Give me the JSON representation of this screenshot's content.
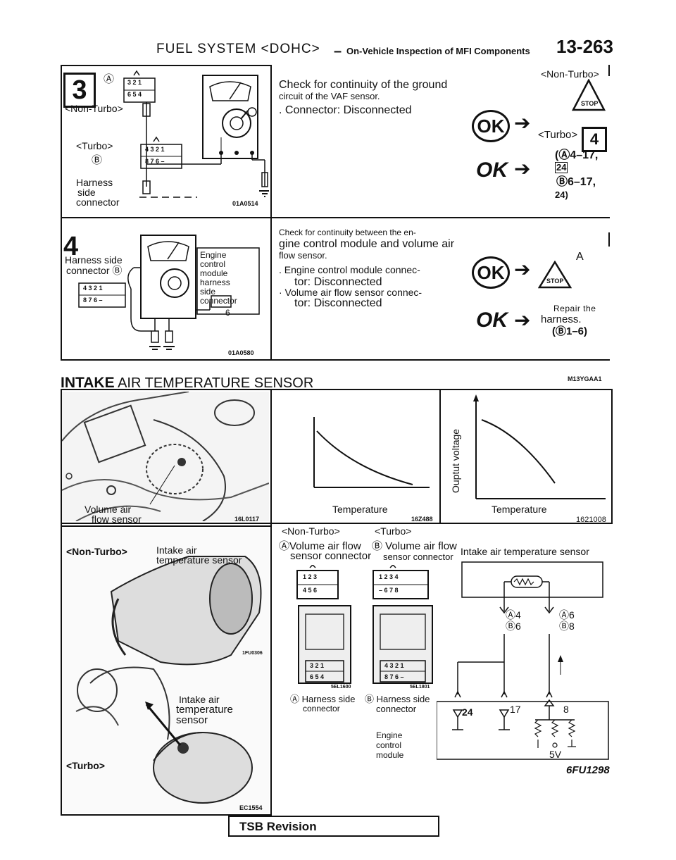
{
  "header": {
    "title": "FUEL SYSTEM <DOHC>",
    "dash": "–",
    "subtitle": "On-Vehicle Inspection of MFI Components",
    "page_number": "13-263"
  },
  "step3": {
    "number": "3",
    "fig": {
      "a_mark": "Ⓐ",
      "non_turbo": "<Non-Turbo>",
      "turbo": "<Turbo>",
      "b_mark": "Ⓑ",
      "conn_a_row1": "3 2 1",
      "conn_a_row2": "6 5 4",
      "conn_b_row1": "4 3 2 1",
      "conn_b_row2": "8 7 6 –",
      "harness_1": "Harness",
      "harness_2": "side",
      "harness_3": "connector",
      "code": "01A0514"
    },
    "text_1": "Check for continuity of the ground",
    "text_2": "circuit of the VAF sensor.",
    "text_3": ". Connector: Disconnected",
    "ok": "OK",
    "ng": "OK",
    "non_turbo": "<Non-Turbo>",
    "stop": "STOP",
    "turbo": "<Turbo>",
    "goto": "4",
    "repair_1": "(Ⓐ4–17,",
    "repair_2": "24",
    "repair_3": "Ⓑ6–17,",
    "repair_4": "24)"
  },
  "step4": {
    "number": "4",
    "fig": {
      "harness_side": "Harness side",
      "connector_b": "connector Ⓑ",
      "conn_row1": "4 3 2 1",
      "conn_row2": "8 7 6 –",
      "ecm_1": "Engine",
      "ecm_2": "control",
      "ecm_3": "module",
      "ecm_4": "harness",
      "ecm_5": "side",
      "ecm_6": "connector",
      "pin": "6",
      "code": "01A0580"
    },
    "text_1": "Check for continuity between the en-",
    "text_2": "gine control module and volume air",
    "text_3": "flow sensor.",
    "text_4": ". Engine control module connec-",
    "text_5": "tor: Disconnected",
    "text_6": "· Volume air flow sensor connec-",
    "text_7": "tor: Disconnected",
    "ok": "OK",
    "ng": "OK",
    "a_label": "A",
    "stop": "STOP",
    "repair_1": "Repair the",
    "repair_2": "harness.",
    "repair_3": "(Ⓑ1–6)"
  },
  "section": {
    "title_bold": "INTAKE",
    "title_rest": " AIR TEMPERATURE SENSOR",
    "code": "M13YGAA1"
  },
  "photo1": {
    "label_1": "Volume air",
    "label_2": "flow sensor",
    "code": "16L0117"
  },
  "graph1": {
    "xlabel": "Temperature",
    "code": "16Z488"
  },
  "graph2": {
    "ylabel": "Ouptut voltage",
    "xlabel": "Temperature",
    "code": "1621008"
  },
  "photo2": {
    "non_turbo": "<Non-Turbo>",
    "label_top_1": "Intake air",
    "label_top_2": "temperature sensor",
    "code_top": "1FU0306",
    "label_bot_1": "Intake air",
    "label_bot_2": "temperature",
    "label_bot_3": "sensor",
    "turbo": "<Turbo>",
    "code": "EC1554"
  },
  "connectors": {
    "non_turbo": "<Non-Turbo>",
    "turbo": "<Turbo>",
    "a_1": "ⒶVolume air flow",
    "a_2": "sensor connector",
    "b_1": "Ⓑ Volume air flow",
    "b_2": "sensor connector",
    "a_row1": "1 2 3",
    "a_row2": "4 5 6",
    "b_row1": "1 2 3 4",
    "b_row2": "– 6 7 8",
    "ha_row1": "3 2 1",
    "ha_row2": "6 5 4",
    "hb_row1": "4 3 2 1",
    "hb_row2": "8 7 6 –",
    "code_a": "5EL1600",
    "code_b": "5EL1801",
    "harness_a_1": "Ⓐ Harness side",
    "harness_a_2": "connector",
    "harness_b_1": "Ⓑ Harness side",
    "harness_b_2": "connector"
  },
  "circuit": {
    "title": "Intake air temperature sensor",
    "a4": "Ⓐ4",
    "b6": "Ⓑ6",
    "a6": "Ⓐ6",
    "b8": "Ⓑ8",
    "pin24": "24",
    "pin17": "17",
    "pin8": "8",
    "ecm_1": "Engine",
    "ecm_2": "control",
    "ecm_3": "module",
    "v5": "5V",
    "code": "6FU1298"
  },
  "footer": {
    "tsb": "TSB Revision"
  }
}
